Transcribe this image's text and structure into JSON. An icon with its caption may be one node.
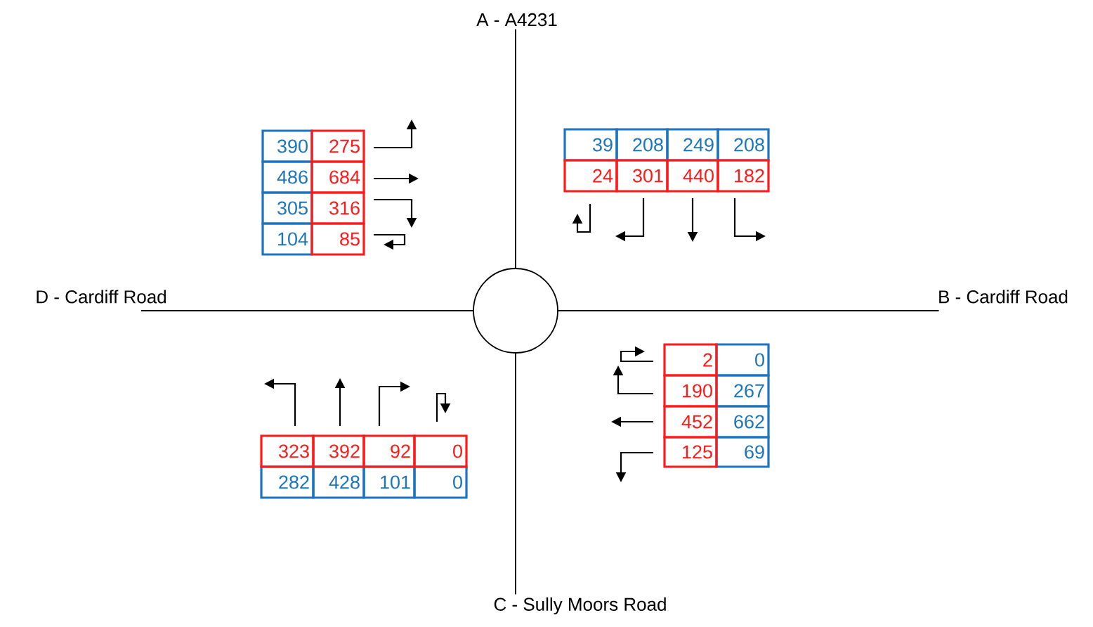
{
  "diagram": {
    "nodes": [
      {
        "text": [],
        "shape": "circle"
      },
      {
        "text": [
          "A - A4231"
        ]
      },
      {
        "text": [
          "B - Cardiff Road"
        ]
      },
      {
        "text": [
          "C - Sully Moors Road"
        ]
      },
      {
        "text": [
          "D - Cardiff Road"
        ]
      }
    ],
    "edges": [
      {
        "from": 0,
        "to": 1,
        "arrow": "none"
      },
      {
        "from": 0,
        "to": 2,
        "arrow": "none"
      },
      {
        "from": 0,
        "to": 3,
        "arrow": "none"
      },
      {
        "from": 0,
        "to": 4,
        "arrow": "none"
      }
    ],
    "labels": [
      "390",
      "275",
      "39",
      "208",
      "249",
      "208",
      "486",
      "684",
      "24",
      "301",
      "440",
      "182",
      "305",
      "316",
      "104",
      "85",
      "2",
      "0",
      "190",
      "267",
      "452",
      "662",
      "323",
      "392",
      "92",
      "0",
      "125",
      "69",
      "282",
      "428",
      "101",
      "0"
    ]
  }
}
